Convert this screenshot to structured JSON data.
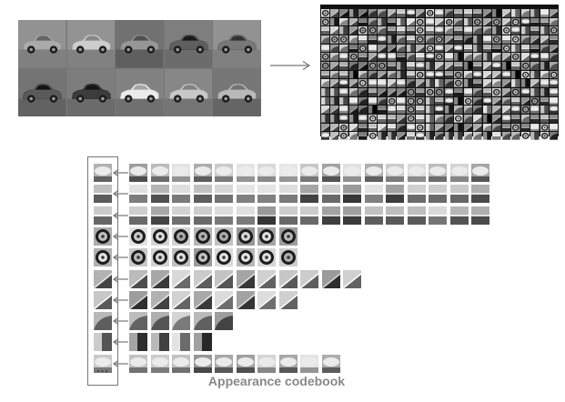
{
  "figure": {
    "input_panel": {
      "image_count": 10,
      "image_rows": 2,
      "image_cols": 5,
      "subject_icon": "car-silhouette-icon",
      "tone": "grayscale"
    },
    "patch_panel": {
      "patch_rows": 15,
      "patch_cols": 25,
      "tone": "grayscale"
    },
    "codebook": {
      "cluster_member_counts": [
        17,
        17,
        17,
        8,
        8,
        11,
        8,
        5,
        4,
        10
      ],
      "more_indicator": "...",
      "caption": "Appearance codebook"
    },
    "colors": {
      "frame": "#777777",
      "arrow": "#777777",
      "caption": "#888888",
      "patch_background": "#111111",
      "car_background": "#777777"
    }
  }
}
